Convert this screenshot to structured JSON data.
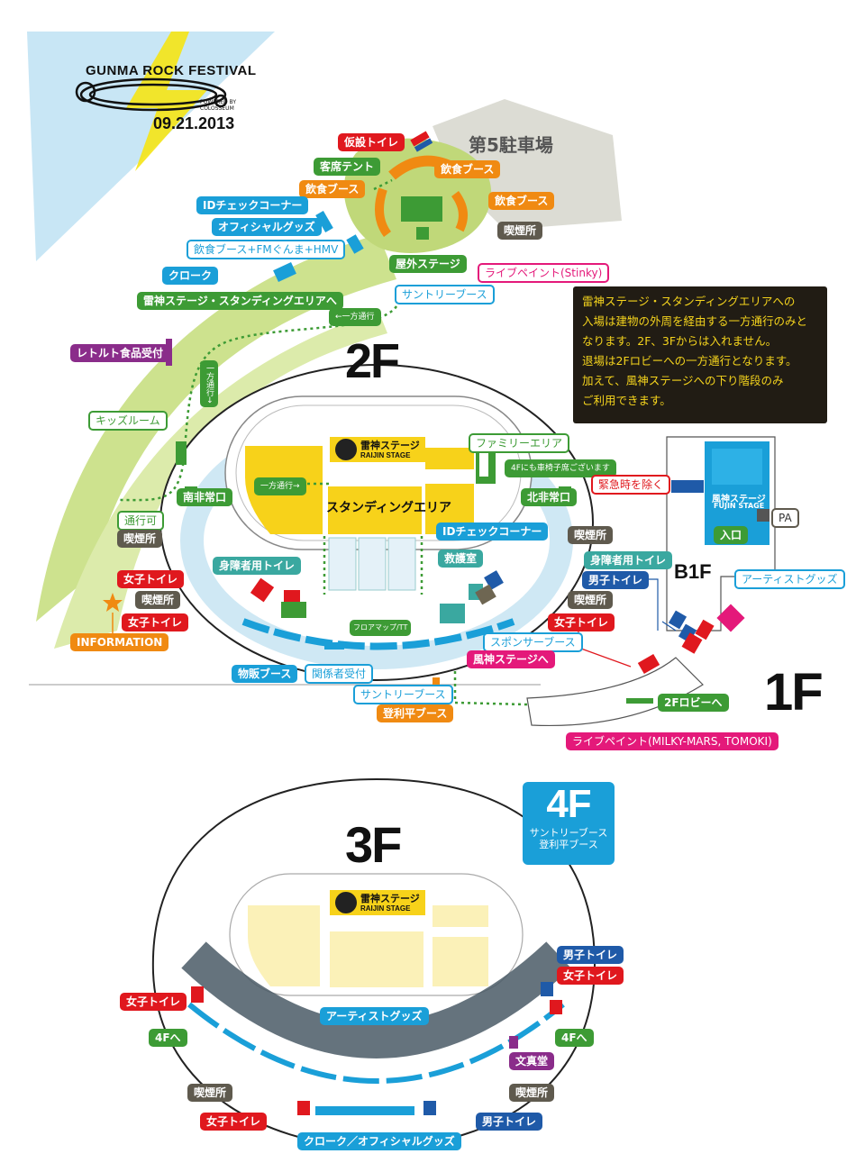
{
  "logo": {
    "title": "GUNMA ROCK FESTIVAL",
    "date": "09.21.2013",
    "sub": "POWERED BY COLOSSEUM"
  },
  "parking": "第5駐車場",
  "floors": {
    "f1": "1F",
    "f2": "2F",
    "f3": "3F",
    "b1": "B1F"
  },
  "fourf": {
    "title": "4F",
    "line1": "サントリーブース",
    "line2": "登利平ブース"
  },
  "notice": [
    "雷神ステージ・スタンディングエリアへの",
    "入場は建物の外周を経由する一方通行のみと",
    "なります。2F、3Fからは入れません。",
    "退場は2Fロビーへの一方通行となります。",
    "加えて、風神ステージへの下り階段のみ",
    "ご利用できます。"
  ],
  "stages": {
    "raijin_jp": "雷神ステージ",
    "raijin_en": "RAIJIN STAGE",
    "fujin_jp": "風神ステージ",
    "fujin_en": "FUJIN STAGE",
    "standing": "スタンディングエリア"
  },
  "labels_top": {
    "temp_toilet": "仮設トイレ",
    "guest_tent": "客席テント",
    "food1": "飲食ブース",
    "food2": "飲食ブース",
    "food3": "飲食ブース",
    "smoking": "喫煙所",
    "id_check": "IDチェックコーナー",
    "official_goods": "オフィシャルグッズ",
    "food_fm_hmv": "飲食ブース+FMぐんま+HMV",
    "cloak": "クローク",
    "outdoor_stage": "屋外ステージ",
    "live_paint_stinky": "ライブペイント(Stinky)",
    "to_raijin": "雷神ステージ・スタンディングエリアへ",
    "suntory": "サントリーブース",
    "oneway1": "←一方通行",
    "retort": "レトルト食品受付",
    "oneway2": "一方通行→"
  },
  "labels_2f": {
    "kids": "キッズルーム",
    "family": "ファミリーエリア",
    "family_note": "4Fにも車椅子席ございます",
    "south_exit": "南非常口",
    "north_exit": "北非常口",
    "oneway": "一方通行→",
    "emergency": "緊急時を除く",
    "pass_ok": "通行可",
    "smoking_left": "喫煙所",
    "smoking_right": "喫煙所",
    "id_check": "IDチェックコーナー",
    "first_aid": "救護室",
    "accessible_left": "身障者用トイレ",
    "accessible_right": "身障者用トイレ",
    "womens_left1": "女子トイレ",
    "womens_left2": "女子トイレ",
    "smoking_left2": "喫煙所",
    "smoking_right2": "喫煙所",
    "mens_right": "男子トイレ",
    "womens_right": "女子トイレ",
    "information": "INFORMATION",
    "merch": "物販ブース",
    "staff": "関係者受付",
    "floormap": "フロアマップ/TT",
    "sponsor": "スポンサーブース",
    "to_fujin": "風神ステージへ",
    "suntory": "サントリーブース",
    "toriheiten": "登利平ブース",
    "lobby": "2Fロビーへ",
    "live_paint": "ライブペイント(MILKY-MARS, TOMOKI)",
    "pa": "PA",
    "entrance": "入口",
    "artist_goods": "アーティストグッズ"
  },
  "labels_3f": {
    "mens_r": "男子トイレ",
    "womens_r": "女子トイレ",
    "womens_l": "女子トイレ",
    "to4f_l": "4Fへ",
    "to4f_r": "4Fへ",
    "artist_goods": "アーティストグッズ",
    "bunshindo": "文真堂",
    "smoking_l": "喫煙所",
    "smoking_r": "喫煙所",
    "womens_bottom": "女子トイレ",
    "mens_bottom": "男子トイレ",
    "cloak_goods": "クローク／オフィシャルグッズ"
  },
  "colors": {
    "green": "#3d9b35",
    "blue": "#1a9fd8",
    "red": "#e0181e",
    "orange": "#f08a12",
    "magenta": "#e4197a",
    "purple": "#8a2c8a",
    "gray": "#5f5a4e",
    "navy": "#1f5aa8",
    "yellow": "#f7d21a",
    "lightgreen": "#c9de6c"
  }
}
